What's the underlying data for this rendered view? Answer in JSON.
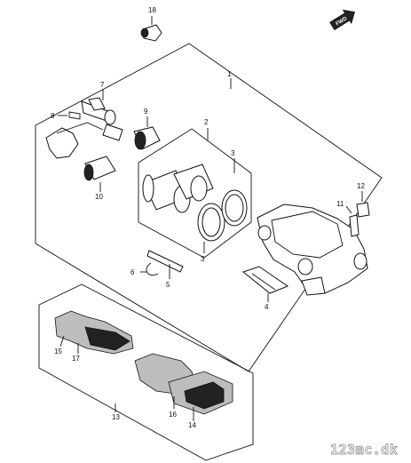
{
  "diagram": {
    "fwd_label": "FWD",
    "watermark": "123mc.dk",
    "part_numbers": {
      "p1": "1",
      "p2": "2",
      "p3a": "3",
      "p3b": "3",
      "p4": "4",
      "p5": "5",
      "p6": "6",
      "p7": "7",
      "p8": "8",
      "p9": "9",
      "p10": "10",
      "p11": "11",
      "p12": "12",
      "p13": "13",
      "p14": "14",
      "p15": "15",
      "p16": "16",
      "p17": "17",
      "p18": "18"
    }
  }
}
